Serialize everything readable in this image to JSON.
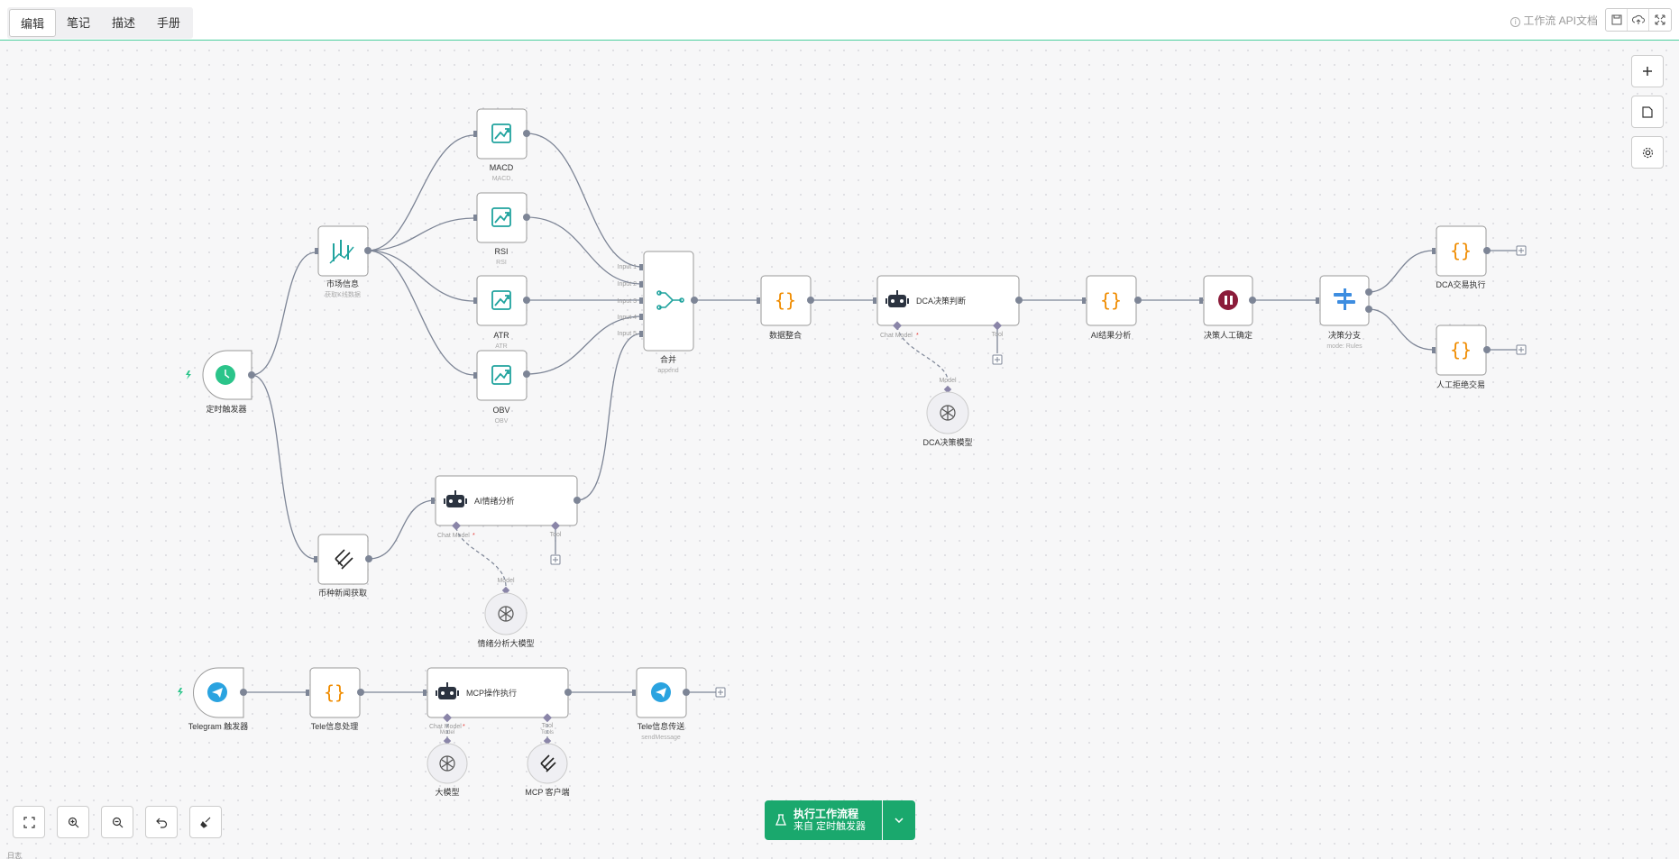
{
  "tabs": [
    "编辑",
    "笔记",
    "描述",
    "手册"
  ],
  "active_tab": "编辑",
  "api_doc_label": "工作流 API文档",
  "execute": {
    "title": "执行工作流程",
    "subtitle": "来自 定时触发器"
  },
  "log_label": "日志",
  "colors": {
    "accent": "#1aa86d",
    "border_accent": "#4ccf9f",
    "code": "#f08c00",
    "teal": "#20a39e",
    "pause": "#8b1c3a",
    "switch": "#3d8de0"
  },
  "nodes": {
    "timer": "定时触发器",
    "market": "市场信息",
    "market_sub": "获取K线数据",
    "macd": "MACD",
    "macd_sub": "MACD",
    "rsi": "RSI",
    "rsi_sub": "RSI",
    "atr": "ATR",
    "atr_sub": "ATR",
    "obv": "OBV",
    "obv_sub": "OBV",
    "merge": "合并",
    "merge_sub": "append",
    "data_merge": "数据整合",
    "dca": "DCA决策判断",
    "dca_model": "DCA决策模型",
    "ai_result": "AI结果分析",
    "human_confirm": "决策人工确定",
    "branch": "决策分支",
    "branch_sub": "mode: Rules",
    "dca_exec": "DCA交易执行",
    "reject": "人工拒绝交易",
    "news": "币种新闻获取",
    "sentiment": "AI情绪分析",
    "sentiment_model": "情绪分析大模型",
    "telegram_trigger": "Telegram 触发器",
    "tele_proc": "Tele信息处理",
    "mcp_exec": "MCP操作执行",
    "tele_send": "Tele信息传送",
    "tele_send_sub": "sendMessage",
    "big_model": "大模型",
    "mcp_client": "MCP 客户端"
  },
  "ports": {
    "input1": "Input 1",
    "input2": "Input 2",
    "input3": "Input 3",
    "input4": "Input 4",
    "input5": "Input 5",
    "chat_model": "Chat Model",
    "tool": "Tool",
    "model": "Model",
    "tools": "Tools"
  }
}
